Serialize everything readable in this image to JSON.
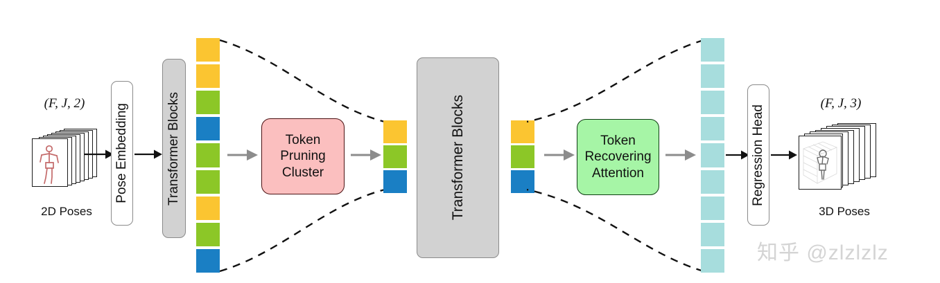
{
  "figure": {
    "title": "Pose transformer pipeline with token pruning and recovering",
    "background": "#ffffff"
  },
  "palette": {
    "yellow": "#fbc531",
    "green": "#8cc727",
    "blue": "#1a7fc4",
    "cyan": "#a7dddd",
    "gray_box": "#d2d2d2",
    "gray_border": "#8a8a8a",
    "pink_fill": "#fbbfbf",
    "pink_border": "#4a1112",
    "green_fill": "#a6f5a6",
    "green_border": "#0d3d12",
    "arrow_black": "#111111",
    "arrow_gray": "#8c8c8c",
    "dash_black": "#111111",
    "watermark": "#d4d4d4"
  },
  "input": {
    "shape_label": "(F, J, 2)",
    "caption": "2D Poses"
  },
  "output": {
    "shape_label": "(F, J, 3)",
    "caption": "3D Poses"
  },
  "stages": {
    "pose_embedding": "Pose Embedding",
    "transformer_blocks_left": "Transformer Blocks",
    "token_pruning_cluster": [
      "Token",
      "Pruning",
      "Cluster"
    ],
    "transformer_blocks_mid": "Transformer Blocks",
    "token_recovering_attention": [
      "Token",
      "Recovering",
      "Attention"
    ],
    "regression_head": "Regression Head"
  },
  "tokens": {
    "left_column": {
      "count": 9,
      "colors": [
        "yellow",
        "yellow",
        "green",
        "blue",
        "green",
        "green",
        "yellow",
        "green",
        "blue"
      ]
    },
    "mid_column": {
      "count": 3,
      "colors": [
        "yellow",
        "green",
        "blue"
      ]
    },
    "post_attention_column": {
      "count": 3,
      "colors": [
        "yellow",
        "green",
        "blue"
      ]
    },
    "right_column": {
      "count": 9,
      "colors": [
        "cyan",
        "cyan",
        "cyan",
        "cyan",
        "cyan",
        "cyan",
        "cyan",
        "cyan",
        "cyan"
      ]
    }
  },
  "arrows": [
    {
      "name": "poses-to-embedding",
      "color": "black"
    },
    {
      "name": "embedding-to-transformer",
      "color": "black"
    },
    {
      "name": "tokens-to-pruning",
      "color": "gray"
    },
    {
      "name": "pruning-to-reduced-tokens",
      "color": "gray"
    },
    {
      "name": "reduced-tokens-to-recovering",
      "color": "gray"
    },
    {
      "name": "recovering-to-full-tokens",
      "color": "gray"
    },
    {
      "name": "tokens-to-regression-head",
      "color": "black"
    },
    {
      "name": "regression-head-to-poses",
      "color": "black"
    }
  ],
  "watermark": {
    "text": "知乎 @zlzlzlz"
  }
}
